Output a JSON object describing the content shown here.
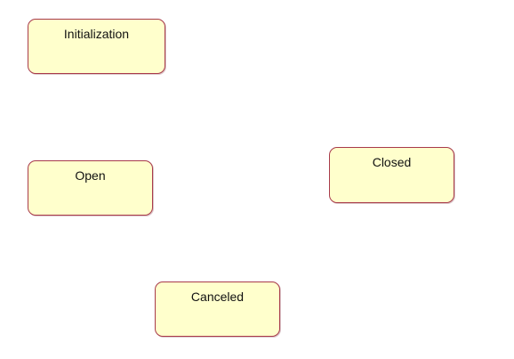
{
  "diagram": {
    "type": "state-diagram",
    "states": [
      {
        "id": "initialization",
        "label": "Initialization"
      },
      {
        "id": "open",
        "label": "Open"
      },
      {
        "id": "closed",
        "label": "Closed"
      },
      {
        "id": "canceled",
        "label": "Canceled"
      }
    ],
    "colors": {
      "state_fill": "#ffffcc",
      "state_border": "#a83a4a",
      "background": "#ffffff"
    }
  }
}
